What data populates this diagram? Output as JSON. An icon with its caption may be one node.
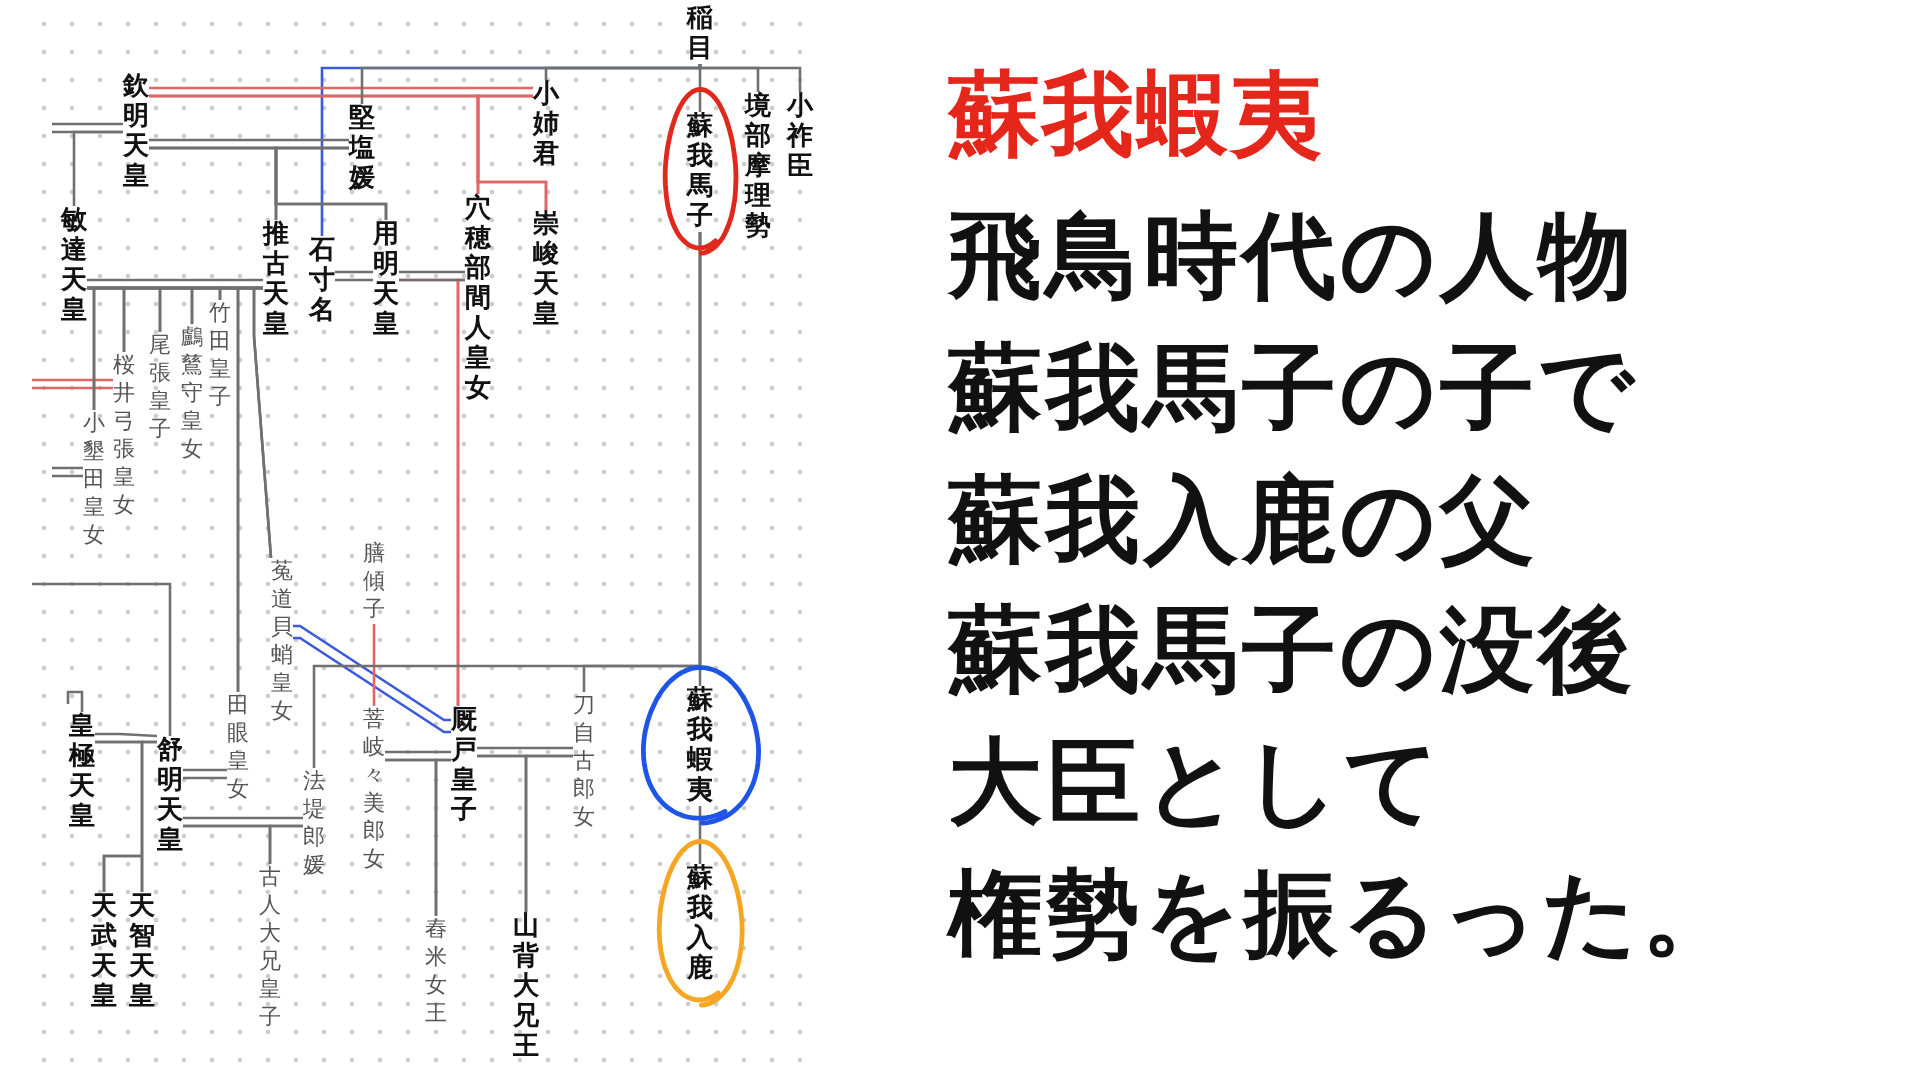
{
  "diagram": {
    "title": "蘇我蝦夷",
    "nodes": [
      {
        "text": [
          "稲目"
        ]
      },
      {
        "text": [
          "欽明天皇"
        ]
      },
      {
        "text": [
          "堅塩媛"
        ]
      },
      {
        "text": [
          "小姉君"
        ]
      },
      {
        "text": [
          "蘇我馬子"
        ]
      },
      {
        "text": [
          "境部摩理勢"
        ]
      },
      {
        "text": [
          "小祚臣"
        ]
      },
      {
        "text": [
          "敏達天皇"
        ]
      },
      {
        "text": [
          "推古天皇"
        ]
      },
      {
        "text": [
          "石寸名"
        ]
      },
      {
        "text": [
          "用明天皇"
        ]
      },
      {
        "text": [
          "穴穂部間人皇女"
        ]
      },
      {
        "text": [
          "崇峻天皇"
        ]
      },
      {
        "text": [
          "小墾田皇女"
        ]
      },
      {
        "text": [
          "桜井弓張皇女"
        ]
      },
      {
        "text": [
          "尾張皇子"
        ]
      },
      {
        "text": [
          "鸕鶿守皇女"
        ]
      },
      {
        "text": [
          "竹田皇子"
        ]
      },
      {
        "text": [
          "菟道貝蛸皇女"
        ]
      },
      {
        "text": [
          "膳傾子"
        ]
      },
      {
        "text": [
          "田眼皇女"
        ]
      },
      {
        "text": [
          "皇極天皇"
        ]
      },
      {
        "text": [
          "舒明天皇"
        ]
      },
      {
        "text": [
          "法堤郎媛"
        ]
      },
      {
        "text": [
          "菩岐々美郎女"
        ]
      },
      {
        "text": [
          "厩戸皇子"
        ]
      },
      {
        "text": [
          "刀自古郎女"
        ]
      },
      {
        "text": [
          "蘇我蝦夷"
        ]
      },
      {
        "text": [
          "蘇我入鹿"
        ]
      },
      {
        "text": [
          "古人大兄皇子"
        ]
      },
      {
        "text": [
          "天武天皇"
        ]
      },
      {
        "text": [
          "天智天皇"
        ]
      },
      {
        "text": [
          "舂米女王"
        ]
      },
      {
        "text": [
          "山背大兄王"
        ]
      }
    ],
    "edges": [
      {
        "from": 0,
        "to": 2,
        "arrow": "none"
      },
      {
        "from": 0,
        "to": 3,
        "arrow": "none"
      },
      {
        "from": 0,
        "to": 4,
        "arrow": "none"
      },
      {
        "from": 0,
        "to": 5,
        "arrow": "none"
      },
      {
        "from": 0,
        "to": 6,
        "arrow": "none"
      },
      {
        "from": 0,
        "to": 9,
        "arrow": "none",
        "color": "#3b5bdb"
      },
      {
        "from": 1,
        "to": 3,
        "arrow": "none",
        "color": "#e06666"
      },
      {
        "from": 1,
        "to": 2,
        "arrow": "none"
      },
      {
        "from": 1,
        "to": null,
        "arrow": "none"
      },
      {
        "from": 1,
        "to": 7,
        "arrow": "none"
      },
      {
        "from": 1,
        "to": 8,
        "arrow": "none"
      },
      {
        "from": 2,
        "to": 8,
        "arrow": "none"
      },
      {
        "from": 1,
        "to": 10,
        "arrow": "none"
      },
      {
        "from": 2,
        "to": 10,
        "arrow": "none"
      },
      {
        "from": 1,
        "to": 11,
        "arrow": "none",
        "color": "#e06666"
      },
      {
        "from": 3,
        "to": 11,
        "arrow": "none",
        "color": "#e06666"
      },
      {
        "from": 1,
        "to": 12,
        "arrow": "none",
        "color": "#e06666"
      },
      {
        "from": 3,
        "to": 12,
        "arrow": "none",
        "color": "#e06666"
      },
      {
        "from": 7,
        "to": 8,
        "arrow": "none"
      },
      {
        "from": 9,
        "to": 10,
        "arrow": "none"
      },
      {
        "from": 10,
        "to": 11,
        "arrow": "none"
      },
      {
        "from": 10,
        "to": 25,
        "arrow": "none",
        "color": "#e06666"
      },
      {
        "from": 11,
        "to": 25,
        "arrow": "none",
        "color": "#e06666"
      },
      {
        "from": 7,
        "to": 13,
        "arrow": "none"
      },
      {
        "from": 8,
        "to": 13,
        "arrow": "none"
      },
      {
        "from": 7,
        "to": 14,
        "arrow": "none"
      },
      {
        "from": 8,
        "to": 14,
        "arrow": "none"
      },
      {
        "from": 7,
        "to": 15,
        "arrow": "none"
      },
      {
        "from": 8,
        "to": 15,
        "arrow": "none"
      },
      {
        "from": 7,
        "to": 16,
        "arrow": "none"
      },
      {
        "from": 8,
        "to": 16,
        "arrow": "none"
      },
      {
        "from": 7,
        "to": 17,
        "arrow": "none"
      },
      {
        "from": 8,
        "to": 17,
        "arrow": "none"
      },
      {
        "from": 7,
        "to": 20,
        "arrow": "none"
      },
      {
        "from": 8,
        "to": 20,
        "arrow": "none"
      },
      {
        "from": 7,
        "to": 18,
        "arrow": "none"
      },
      {
        "from": 8,
        "to": 18,
        "arrow": "none"
      },
      {
        "from": null,
        "to": 14,
        "arrow": "none",
        "color": "#e06666"
      },
      {
        "from": null,
        "to": 13,
        "arrow": "none"
      },
      {
        "from": null,
        "to": 22,
        "arrow": "none"
      },
      {
        "from": null,
        "to": 21,
        "arrow": "none"
      },
      {
        "from": 21,
        "to": 22,
        "arrow": "none"
      },
      {
        "from": 21,
        "to": 30,
        "arrow": "none"
      },
      {
        "from": 22,
        "to": 30,
        "arrow": "none"
      },
      {
        "from": 21,
        "to": 31,
        "arrow": "none"
      },
      {
        "from": 22,
        "to": 31,
        "arrow": "none"
      },
      {
        "from": 22,
        "to": 20,
        "arrow": "none"
      },
      {
        "from": 22,
        "to": 23,
        "arrow": "none"
      },
      {
        "from": 22,
        "to": 29,
        "arrow": "none"
      },
      {
        "from": 23,
        "to": 29,
        "arrow": "none"
      },
      {
        "from": 18,
        "to": 25,
        "arrow": "none",
        "color": "#3b5bdb"
      },
      {
        "from": 19,
        "to": 24,
        "arrow": "none",
        "color": "#e06666"
      },
      {
        "from": 24,
        "to": 25,
        "arrow": "none"
      },
      {
        "from": 24,
        "to": 32,
        "arrow": "none"
      },
      {
        "from": 25,
        "to": 32,
        "arrow": "none"
      },
      {
        "from": 25,
        "to": 26,
        "arrow": "none"
      },
      {
        "from": 25,
        "to": 33,
        "arrow": "none"
      },
      {
        "from": 26,
        "to": 33,
        "arrow": "none"
      },
      {
        "from": 4,
        "to": 23,
        "arrow": "none"
      },
      {
        "from": 4,
        "to": 26,
        "arrow": "none"
      },
      {
        "from": 4,
        "to": 27,
        "arrow": "none"
      },
      {
        "from": 27,
        "to": 28,
        "arrow": "none"
      }
    ],
    "labels": [
      "飛鳥時代の人物",
      "蘇我馬子の子で",
      "蘇我入鹿の父",
      "蘇我馬子の没後",
      "大臣として",
      "権勢を振るった。"
    ]
  }
}
